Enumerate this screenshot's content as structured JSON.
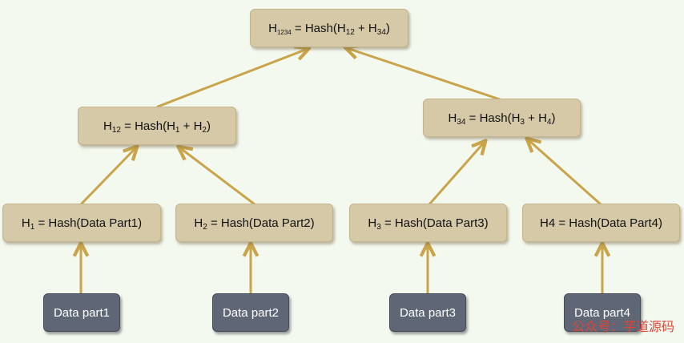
{
  "root": {
    "h": "H",
    "sub": "1234",
    "eq": " = Hash(H",
    "s1": "12",
    "plus": " + H",
    "s2": "34",
    "end": ")"
  },
  "h12": {
    "h": "H",
    "sub": "12",
    "eq": " = Hash(H",
    "s1": "1",
    "plus": " + H",
    "s2": "2",
    "end": ")"
  },
  "h34": {
    "h": "H",
    "sub": "34",
    "eq": " = Hash(H",
    "s1": "3",
    "plus": " + H",
    "s2": "4",
    "end": ")"
  },
  "h1": {
    "h": "H",
    "sub": "1",
    "rest": " = Hash(Data Part1)"
  },
  "h2": {
    "h": "H",
    "sub": "2",
    "rest": " = Hash(Data Part2)"
  },
  "h3": {
    "h": "H",
    "sub": "3",
    "rest": " = Hash(Data Part3)"
  },
  "h4": {
    "text": "H4 = Hash(Data Part4)"
  },
  "data_parts": [
    "Data part1",
    "Data part2",
    "Data part3",
    "Data part4"
  ],
  "watermark": "公众号：芋道源码",
  "colors": {
    "hash_box": "#d5c9a7",
    "data_box": "#5f6776",
    "arrow": "#c9a44a",
    "background": "#f3f9ef",
    "watermark": "#e04438"
  }
}
